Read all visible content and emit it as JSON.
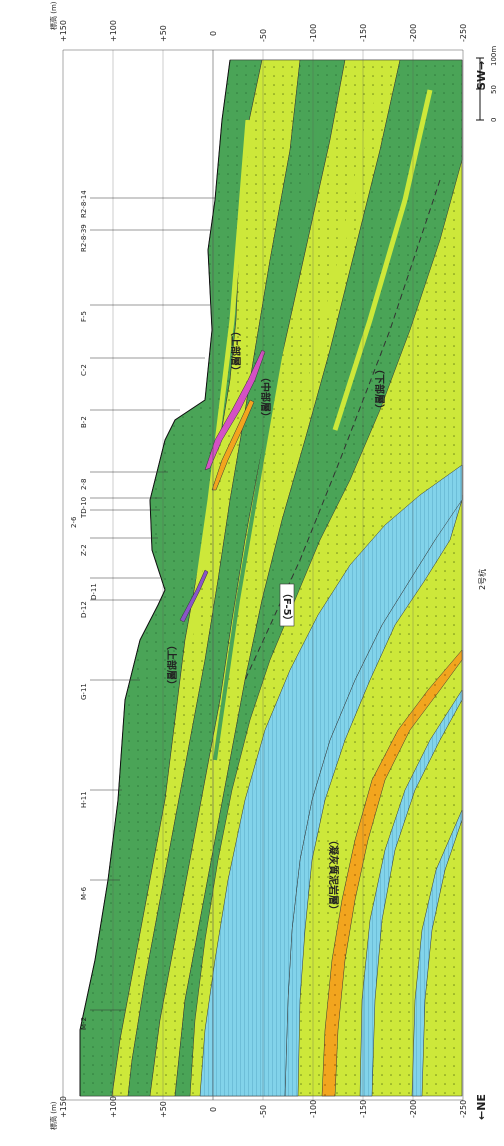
{
  "header": {
    "left_direction": "←NE",
    "right_direction": "SW→",
    "section_label": "2号杭"
  },
  "elevation_axis": {
    "unit_label": "標高 (m)",
    "ticks": [
      "+150",
      "+100",
      "+50",
      "0",
      "-50",
      "-100",
      "-150",
      "-200",
      "-250"
    ]
  },
  "boreholes": [
    "M-2",
    "M-6",
    "H-11",
    "G-11",
    "D-12",
    "D-11",
    "Z-2",
    "2-6",
    "TD-10",
    "2-8",
    "B-2",
    "C-2",
    "F-5",
    "R2-8-39",
    "R2-8-14"
  ],
  "unit_labels": {
    "upper_left": "（上部層）",
    "upper_right": "（上部層）",
    "middle": "（中部層）",
    "lower": "（下部層）",
    "fault": "（F-5）",
    "tuff": "（凝灰質泥岩層）"
  },
  "scale_bar": {
    "ticks": [
      "0",
      "50",
      "100m"
    ]
  },
  "colors": {
    "dark_green": "#4aa457",
    "light_green": "#cde83a",
    "cyan": "#82d3ea",
    "orange": "#f2a51e",
    "magenta": "#d451c4",
    "purple": "#8a55c8"
  }
}
